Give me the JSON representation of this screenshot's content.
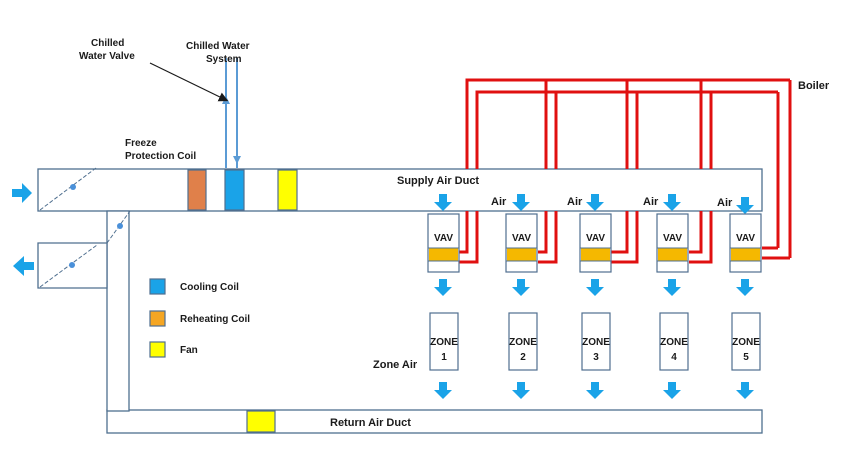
{
  "labels": {
    "chilled_valve_1": "Chilled",
    "chilled_valve_2": "Water Valve",
    "chilled_system_1": "Chilled Water",
    "chilled_system_2": "System",
    "freeze_1": "Freeze",
    "freeze_2": "Protection Coil",
    "boiler": "Boiler",
    "supply_duct": "Supply Air Duct",
    "return_duct": "Return Air Duct",
    "zone_air": "Zone Air",
    "air": "Air"
  },
  "legend": [
    {
      "label": "Cooling Coil",
      "color": "#1aa3e8"
    },
    {
      "label": "Reheating Coil",
      "color": "#f5a623"
    },
    {
      "label": "Fan",
      "color": "#ffff00"
    }
  ],
  "vav": [
    {
      "label": "VAV",
      "zone_word": "ZONE",
      "zone_num": "1"
    },
    {
      "label": "VAV",
      "zone_word": "ZONE",
      "zone_num": "2"
    },
    {
      "label": "VAV",
      "zone_word": "ZONE",
      "zone_num": "3"
    },
    {
      "label": "VAV",
      "zone_word": "ZONE",
      "zone_num": "4"
    },
    {
      "label": "VAV",
      "zone_word": "ZONE",
      "zone_num": "5"
    }
  ],
  "colors": {
    "arrow": "#1aa3e8",
    "boiler_pipe": "#e01010",
    "cooling_coil": "#1aa3e8",
    "reheat_coil": "#f5a623",
    "freeze_coil": "#e0804a",
    "fan": "#ffff00",
    "vav_reheat": "#f5b800"
  }
}
